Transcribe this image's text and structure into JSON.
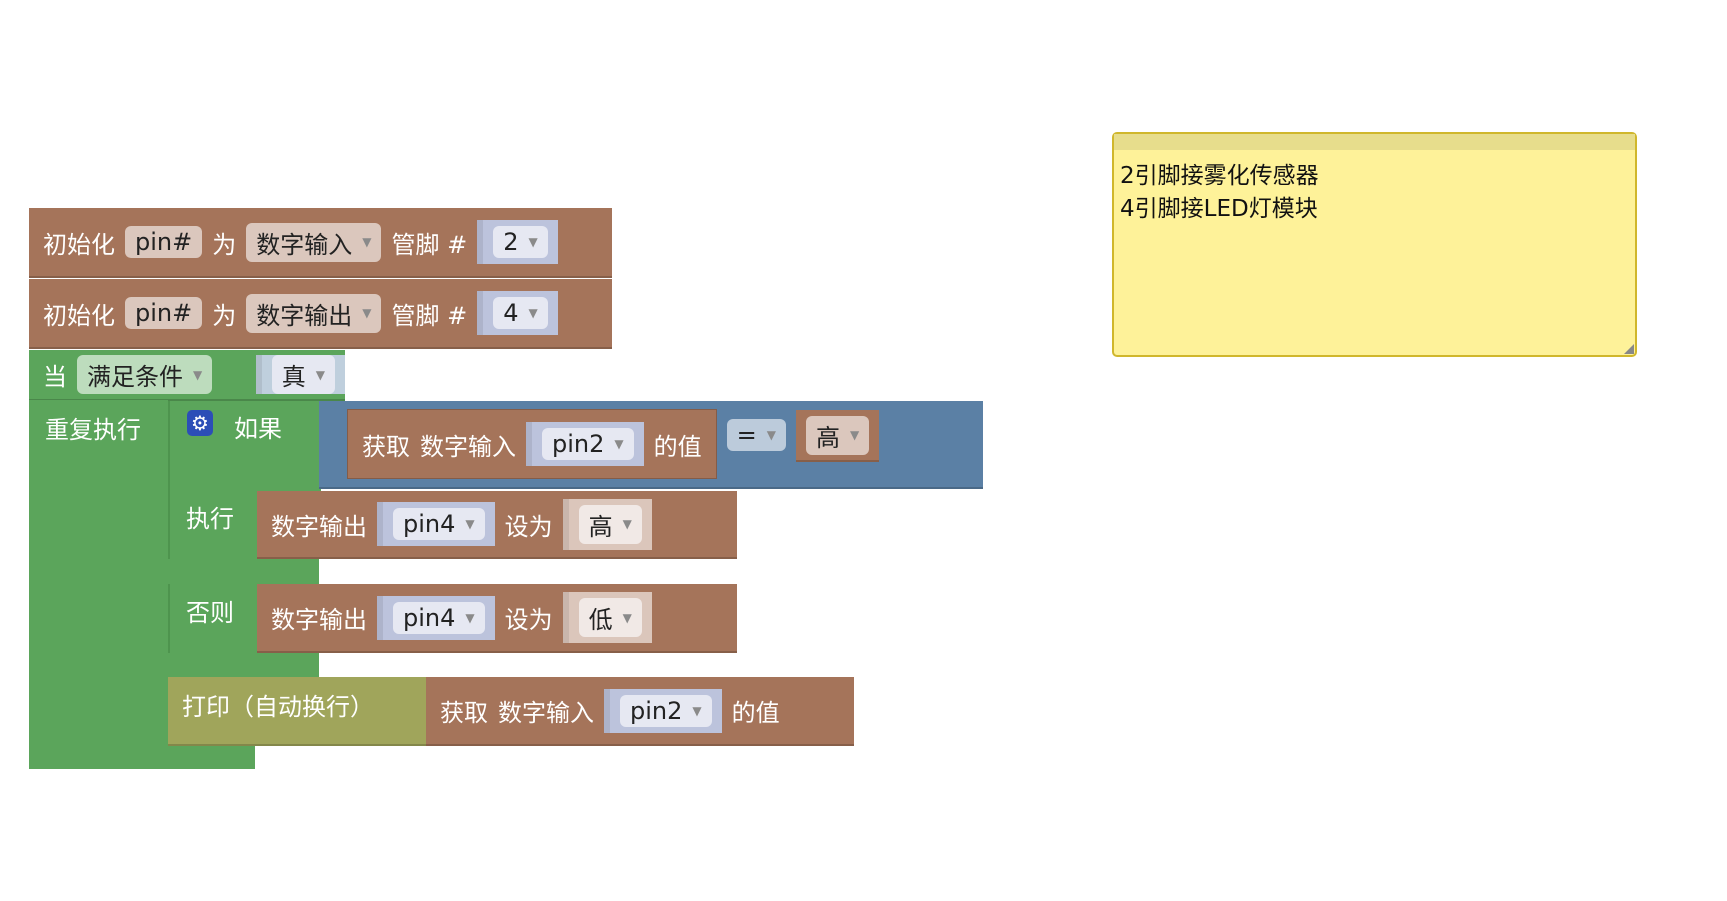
{
  "init_blocks": [
    {
      "label": "初始化",
      "var": "pin#",
      "as": "为",
      "mode": "数字输入",
      "pin_label": "管脚 #",
      "pin": "2"
    },
    {
      "label": "初始化",
      "var": "pin#",
      "as": "为",
      "mode": "数字输出",
      "pin_label": "管脚 #",
      "pin": "4"
    }
  ],
  "loop": {
    "when": "当",
    "condition_mode": "满足条件",
    "condition_value": "真",
    "repeat": "重复执行"
  },
  "if_block": {
    "if": "如果",
    "do": "执行",
    "else": "否则"
  },
  "condition": {
    "get": "获取",
    "mode": "数字输入",
    "pin": "pin2",
    "value_of": "的值",
    "operator": "=",
    "compare": "高"
  },
  "do_action": {
    "label": "数字输出",
    "pin": "pin4",
    "set": "设为",
    "value": "高"
  },
  "else_action": {
    "label": "数字输出",
    "pin": "pin4",
    "set": "设为",
    "value": "低"
  },
  "print": {
    "label": "打印（自动换行）",
    "get": "获取",
    "mode": "数字输入",
    "pin": "pin2",
    "value_of": "的值"
  },
  "note": {
    "line1": "2引脚接雾化传感器",
    "line2": "4引脚接LED灯模块"
  }
}
